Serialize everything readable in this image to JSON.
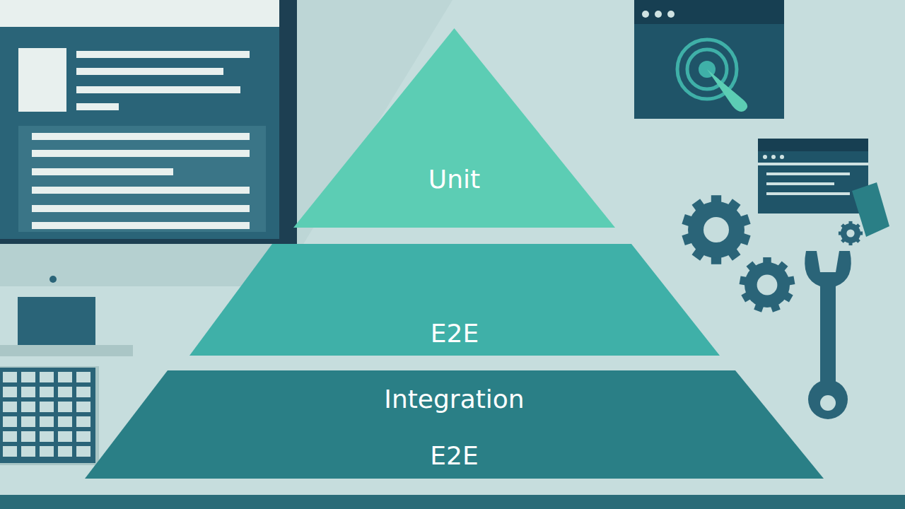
{
  "diagram": {
    "nodes": [
      {
        "text": [
          "Unit"
        ]
      },
      {
        "text": [
          "E2E"
        ]
      },
      {
        "text": [
          "Integration",
          "E2E"
        ]
      }
    ]
  }
}
